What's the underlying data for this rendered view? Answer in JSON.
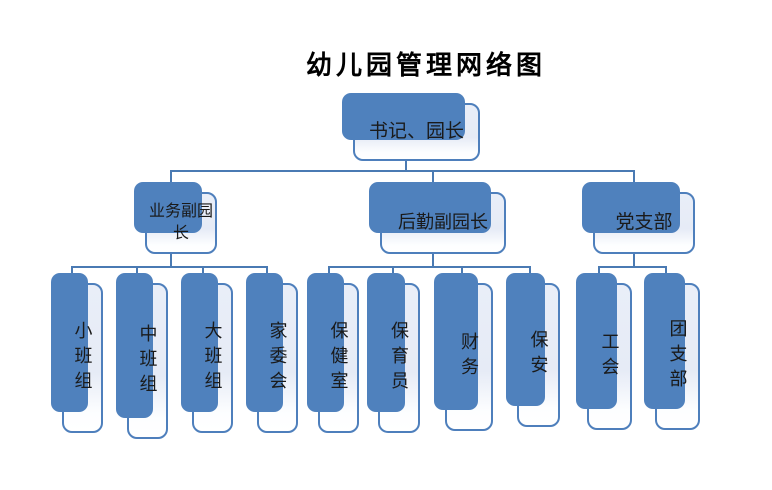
{
  "title": "幼儿园管理网络图",
  "nodes": {
    "root": {
      "label": "书记、园长"
    },
    "vice_business": {
      "label": "业务副园长"
    },
    "vice_logistics": {
      "label": "后勤副园长"
    },
    "party_branch": {
      "label": "党支部"
    },
    "small_class": {
      "label": "小班组"
    },
    "middle_class": {
      "label": "中班组"
    },
    "large_class": {
      "label": "大班组"
    },
    "parents_committee": {
      "label": "家委会"
    },
    "health_room": {
      "label": "保健室"
    },
    "childcare_worker": {
      "label": "保育员"
    },
    "finance": {
      "label": "财务"
    },
    "security": {
      "label": "保安"
    },
    "labor_union": {
      "label": "工会"
    },
    "youth_league": {
      "label": "团支部"
    }
  },
  "hierarchy": {
    "书记、园长": {
      "业务副园长": [
        "小班组",
        "中班组",
        "大班组",
        "家委会"
      ],
      "后勤副园长": [
        "保健室",
        "保育员",
        "财务",
        "保安"
      ],
      "党支部": [
        "工会",
        "团支部"
      ]
    }
  },
  "colors": {
    "shape_shadow": "#4f81bd",
    "shape_border": "#4e7fbc",
    "shape_fill_top": "#e9eef8",
    "shape_fill_bottom": "#ffffff",
    "connector": "#4a7ab3",
    "text": "#1a1a1a",
    "background": "#ffffff"
  }
}
